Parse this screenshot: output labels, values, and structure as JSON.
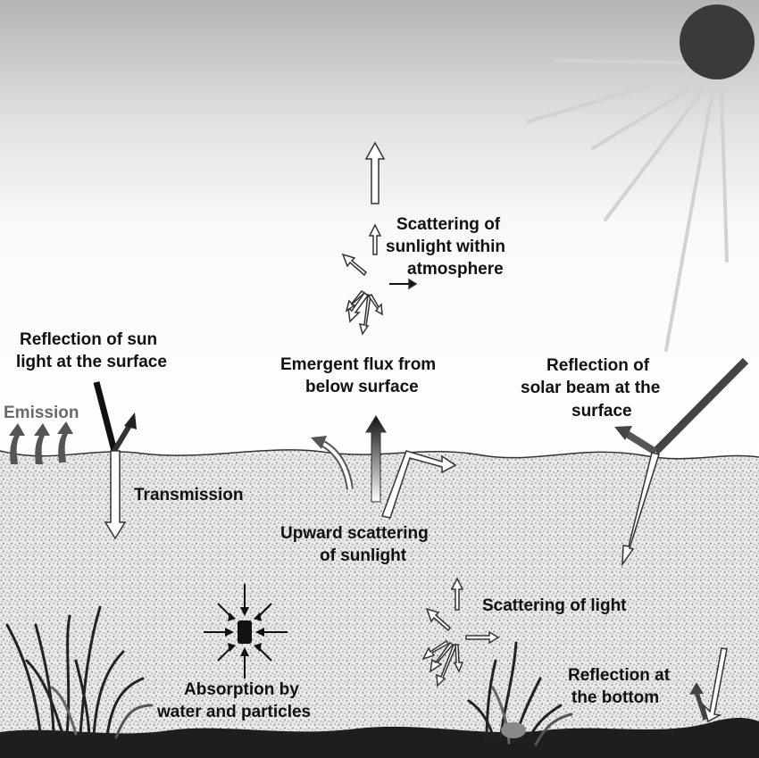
{
  "labels": {
    "scattering_atmosphere": [
      "Scattering of",
      "sunlight within",
      "atmosphere"
    ],
    "reflection_sun": [
      "Reflection of sun",
      "light at the surface"
    ],
    "emergent_flux": [
      "Emergent flux from",
      "below surface"
    ],
    "reflection_beam": [
      "Reflection of",
      "solar beam at the",
      "surface"
    ],
    "emission": "Emission",
    "transmission": "Transmission",
    "upward_scattering": [
      "Upward scattering",
      "of sunlight"
    ],
    "scattering_light": "Scattering of light",
    "absorption": [
      "Absorption by",
      "water and particles"
    ],
    "reflection_bottom": [
      "Reflection at",
      "the bottom"
    ]
  },
  "colors": {
    "sky_top": "#bcbcbc",
    "sky_bottom": "#ffffff",
    "water": "#e6e6e6",
    "stipple": "#7a7a7a",
    "sun": "#3a3a3a",
    "ground": "#1e1e1e",
    "text": "#111111",
    "emission_text": "#6a6a6a"
  },
  "icons": {
    "sun": "sun-icon",
    "seagrass": "seagrass-icon",
    "particle": "particle-icon"
  }
}
